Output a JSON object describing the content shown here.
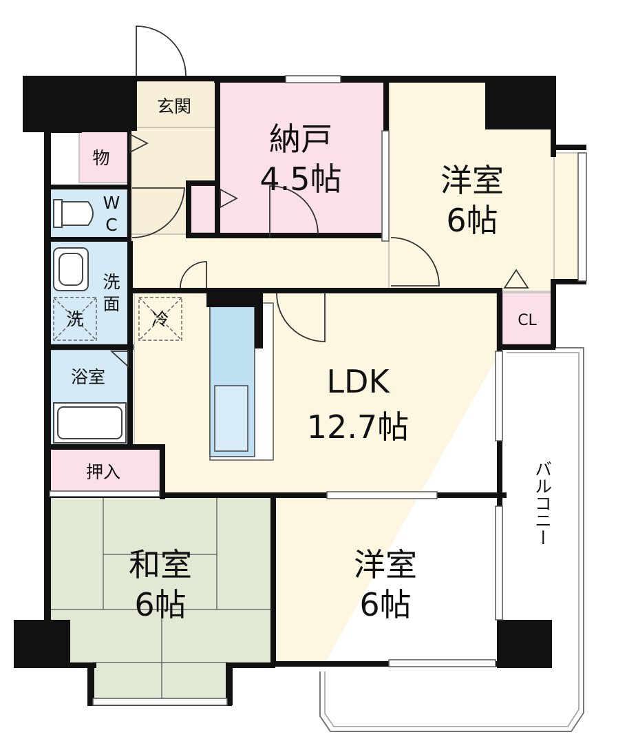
{
  "colors": {
    "wall": "#111111",
    "wood_floor": "#fdf6e1",
    "storage_pink": "#fbe0ea",
    "tatami_green": "#e1e8d4",
    "wet_blue": "#d4eaf7",
    "hall_beige": "#f7efd7",
    "line": "#555555"
  },
  "rooms": {
    "entrance": "玄関",
    "closet_mono": "物",
    "wc_w": "W",
    "wc_c": "C",
    "washroom_1": "洗",
    "washroom_2": "面",
    "washer": "洗",
    "fridge": "冷",
    "bath": "浴室",
    "oshiire": "押入",
    "cl": "CL",
    "nando": {
      "name": "納戸",
      "size": "4.5帖"
    },
    "western_ne": {
      "name": "洋室",
      "size": "6帖"
    },
    "ldk": {
      "name": "LDK",
      "size": "12.7帖"
    },
    "washitsu": {
      "name": "和室",
      "size": "6帖"
    },
    "western_se": {
      "name": "洋室",
      "size": "6帖"
    },
    "balcony": "バルコニー"
  }
}
